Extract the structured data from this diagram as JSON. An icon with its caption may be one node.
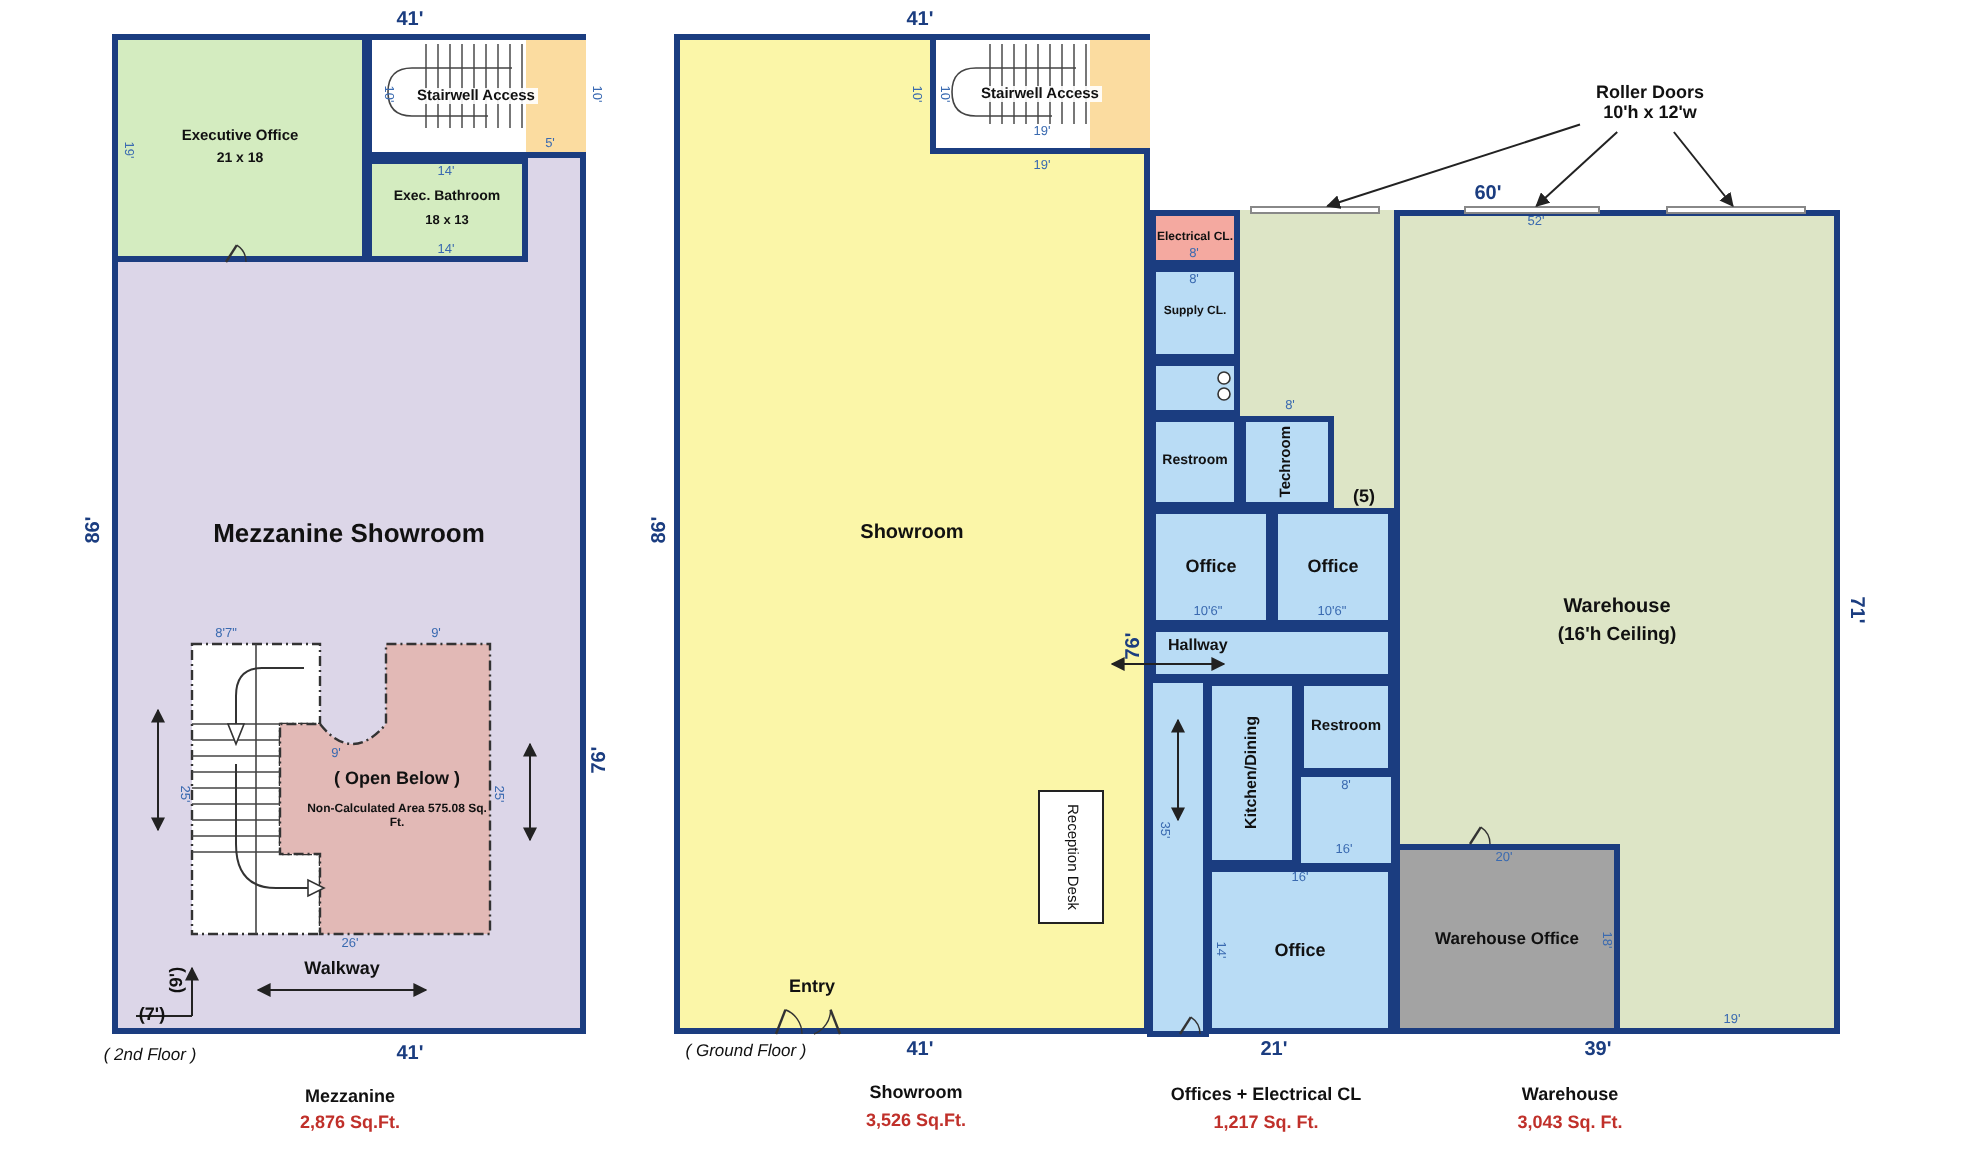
{
  "diagram": {
    "nodes": [
      {
        "text": [
          "Mezzanine Showroom"
        ]
      },
      {
        "text": [
          "Executive Office",
          "21 x 18"
        ],
        "in": 0
      },
      {
        "text": [
          "Stairwell Access"
        ],
        "in": 0
      },
      {
        "text": [
          "Exec. Bathroom",
          "18 x 13"
        ],
        "in": 0
      },
      {
        "text": [
          "( Open Below )",
          "Non-Calculated Area 575.08 Sq. Ft."
        ],
        "in": 0
      },
      {
        "text": [
          "Showroom"
        ]
      },
      {
        "text": [
          "Stairwell Access"
        ],
        "in": 5
      },
      {
        "text": [
          "Reception Desk"
        ],
        "in": 5
      },
      {
        "text": [
          "Electrical CL."
        ]
      },
      {
        "text": [
          "Supply CL."
        ]
      },
      {
        "text": [],
        "shape": "box"
      },
      {
        "text": [
          "Restroom"
        ]
      },
      {
        "text": [
          "Techroom"
        ]
      },
      {
        "text": [
          "Office"
        ]
      },
      {
        "text": [
          "Office"
        ]
      },
      {
        "text": [
          "Hallway"
        ]
      },
      {
        "text": [
          "Kitchen/Dining"
        ]
      },
      {
        "text": [
          "Restroom"
        ]
      },
      {
        "text": [
          "Office"
        ]
      },
      {
        "text": [
          "Warehouse",
          "(16'h Ceiling)"
        ]
      },
      {
        "text": [
          "Warehouse Office"
        ],
        "in": 19
      },
      {
        "text": [
          "Roller Doors 10'h x 12'w"
        ]
      },
      {
        "text": [],
        "shape": "bar"
      },
      {
        "text": [],
        "shape": "bar"
      },
      {
        "text": [],
        "shape": "bar"
      }
    ],
    "edges": [
      {
        "from": 21,
        "to": 22,
        "arrow": "to"
      },
      {
        "from": 21,
        "to": 23,
        "arrow": "to"
      },
      {
        "from": 21,
        "to": 24,
        "arrow": "to"
      }
    ],
    "labels": [
      "41'",
      "41'",
      "10'",
      "10'",
      "5'",
      "19'",
      "14'",
      "14'",
      "10'",
      "10'",
      "19'",
      "19'",
      "60'",
      "52'",
      "8'",
      "8'",
      "8'",
      "(5)",
      "86'",
      "86'",
      "71'",
      "76'",
      "76'",
      "10'6\"",
      "10'6\"",
      "8'7\"",
      "9'",
      "9'",
      "25'",
      "25'",
      "8'",
      "35'",
      "16'",
      "16'",
      "20'",
      "26'",
      "14'",
      "18'",
      "Walkway",
      "Entry",
      "(9')",
      "19'",
      "(7')",
      "( 2nd Floor )",
      "41'",
      "( Ground Floor )",
      "41'",
      "21'",
      "39'",
      "Mezzanine",
      "2,876 Sq.Ft.",
      "Showroom",
      "3,526 Sq.Ft.",
      "Offices + Electrical CL",
      "1,217 Sq. Ft.",
      "Warehouse",
      "3,043 Sq. Ft."
    ]
  }
}
